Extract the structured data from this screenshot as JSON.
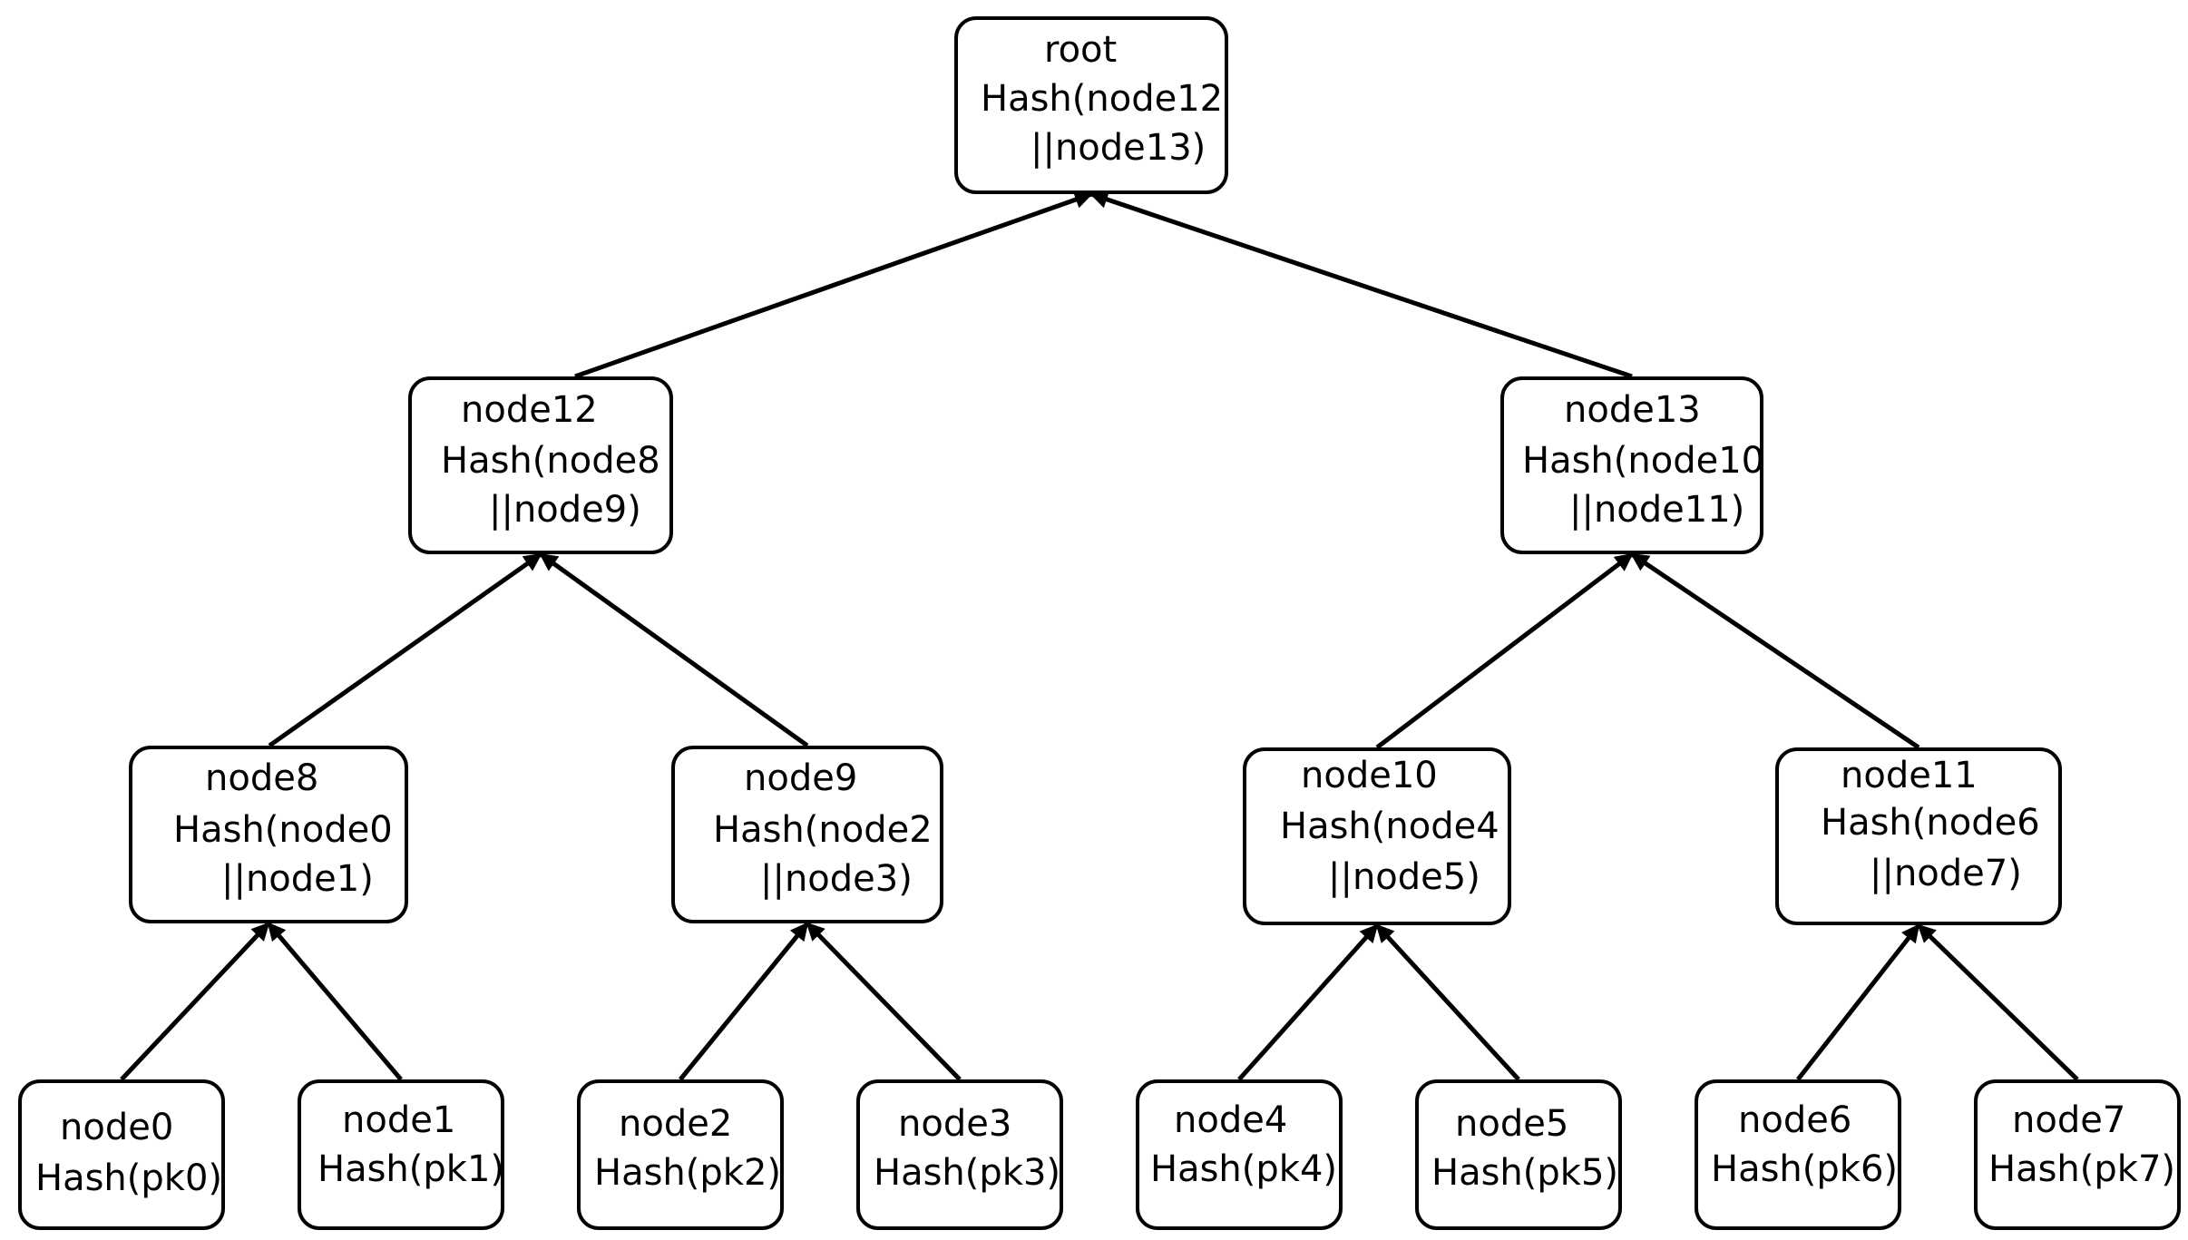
{
  "tree": {
    "root": {
      "name": "root",
      "hash": "Hash(node12",
      "concat": "||node13)"
    },
    "internal": [
      {
        "id": "node12",
        "name": "node12",
        "hash": "Hash(node8",
        "concat": "||node9)"
      },
      {
        "id": "node13",
        "name": "node13",
        "hash": "Hash(node10",
        "concat": "||node11)"
      },
      {
        "id": "node8",
        "name": "node8",
        "hash": "Hash(node0",
        "concat": "||node1)"
      },
      {
        "id": "node9",
        "name": "node9",
        "hash": "Hash(node2",
        "concat": "||node3)"
      },
      {
        "id": "node10",
        "name": "node10",
        "hash": "Hash(node4",
        "concat": "||node5)"
      },
      {
        "id": "node11",
        "name": "node11",
        "hash": "Hash(node6",
        "concat": "||node7)"
      }
    ],
    "leaves": [
      {
        "id": "node0",
        "name": "node0",
        "hash": "Hash(pk0)"
      },
      {
        "id": "node1",
        "name": "node1",
        "hash": "Hash(pk1)"
      },
      {
        "id": "node2",
        "name": "node2",
        "hash": "Hash(pk2)"
      },
      {
        "id": "node3",
        "name": "node3",
        "hash": "Hash(pk3)"
      },
      {
        "id": "node4",
        "name": "node4",
        "hash": "Hash(pk4)"
      },
      {
        "id": "node5",
        "name": "node5",
        "hash": "Hash(pk5)"
      },
      {
        "id": "node6",
        "name": "node6",
        "hash": "Hash(pk6)"
      },
      {
        "id": "node7",
        "name": "node7",
        "hash": "Hash(pk7)"
      }
    ],
    "edges": [
      [
        "node12",
        "root"
      ],
      [
        "node13",
        "root"
      ],
      [
        "node8",
        "node12"
      ],
      [
        "node9",
        "node12"
      ],
      [
        "node10",
        "node13"
      ],
      [
        "node11",
        "node13"
      ],
      [
        "node0",
        "node8"
      ],
      [
        "node1",
        "node8"
      ],
      [
        "node2",
        "node9"
      ],
      [
        "node3",
        "node9"
      ],
      [
        "node4",
        "node10"
      ],
      [
        "node5",
        "node10"
      ],
      [
        "node6",
        "node11"
      ],
      [
        "node7",
        "node11"
      ]
    ]
  }
}
